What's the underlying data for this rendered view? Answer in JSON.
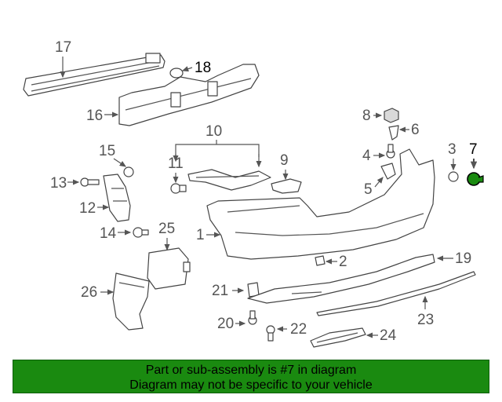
{
  "callouts": {
    "c1": "1",
    "c2": "2",
    "c3": "3",
    "c4": "4",
    "c5": "5",
    "c6": "6",
    "c7": "7",
    "c8": "8",
    "c9": "9",
    "c10": "10",
    "c11": "11",
    "c12": "12",
    "c13": "13",
    "c14": "14",
    "c15": "15",
    "c16": "16",
    "c17": "17",
    "c18": "18",
    "c19": "19",
    "c20": "20",
    "c21": "21",
    "c22": "22",
    "c23": "23",
    "c24": "24",
    "c25": "25",
    "c26": "26"
  },
  "highlight": {
    "part_number": "7",
    "color": "#1a8a10"
  },
  "banner": {
    "line1": "Part or sub-assembly is #7 in diagram",
    "line2": "Diagram may not be specific to your vehicle",
    "background": "#1a8a10"
  }
}
